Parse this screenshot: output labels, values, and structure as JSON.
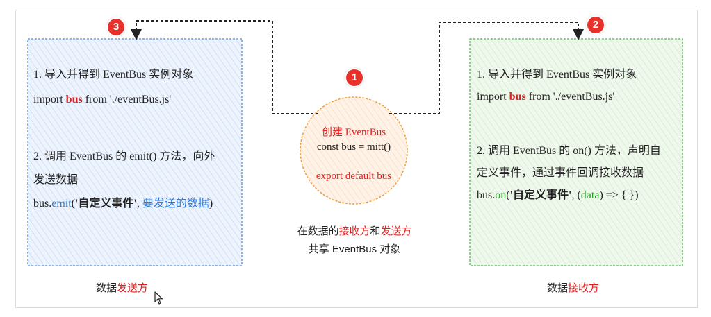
{
  "colors": {
    "red": "#e02020",
    "blue": "#2a7ae2",
    "green": "#22a022",
    "left_box_stroke": "#6f9ed8",
    "right_box_stroke": "#6fc06f",
    "circle_stroke": "#f0a040"
  },
  "badges": {
    "one": "1",
    "two": "2",
    "three": "3"
  },
  "sender": {
    "step1": "1. 导入并得到 EventBus 实例对象",
    "import_prefix": "import ",
    "import_bus": "bus",
    "import_suffix": " from './eventBus.js'",
    "step2_line1": "2. 调用 EventBus 的 emit() 方法，向外",
    "step2_line2": "发送数据",
    "code_prefix": "bus.",
    "code_method": "emit",
    "code_open": "(",
    "code_event": "'自定义事件'",
    "code_sep": ", ",
    "code_data": "要发送的数据",
    "code_close": ")"
  },
  "receiver": {
    "step1": "1. 导入并得到 EventBus 实例对象",
    "import_prefix": "import ",
    "import_bus": "bus",
    "import_suffix": " from './eventBus.js'",
    "step2_line1": "2. 调用 EventBus 的 on() 方法，声明自",
    "step2_line2": "定义事件，通过事件回调接收数据",
    "code_prefix": "bus.",
    "code_method": "on",
    "code_open": "(",
    "code_event": "'自定义事件'",
    "code_sep": ", (",
    "code_data": "data",
    "code_close": ") => { })"
  },
  "center": {
    "create": "创建 EventBus",
    "const_line": "const bus = mitt()",
    "export_line": "export default bus",
    "share_pre": "在数据的",
    "share_receiver": "接收方",
    "share_and": "和",
    "share_sender": "发送方",
    "share_line2": "共享 EventBus 对象"
  },
  "captions": {
    "left_prefix": "数据",
    "left_highlight": "发送方",
    "right_prefix": "数据",
    "right_highlight": "接收方"
  }
}
